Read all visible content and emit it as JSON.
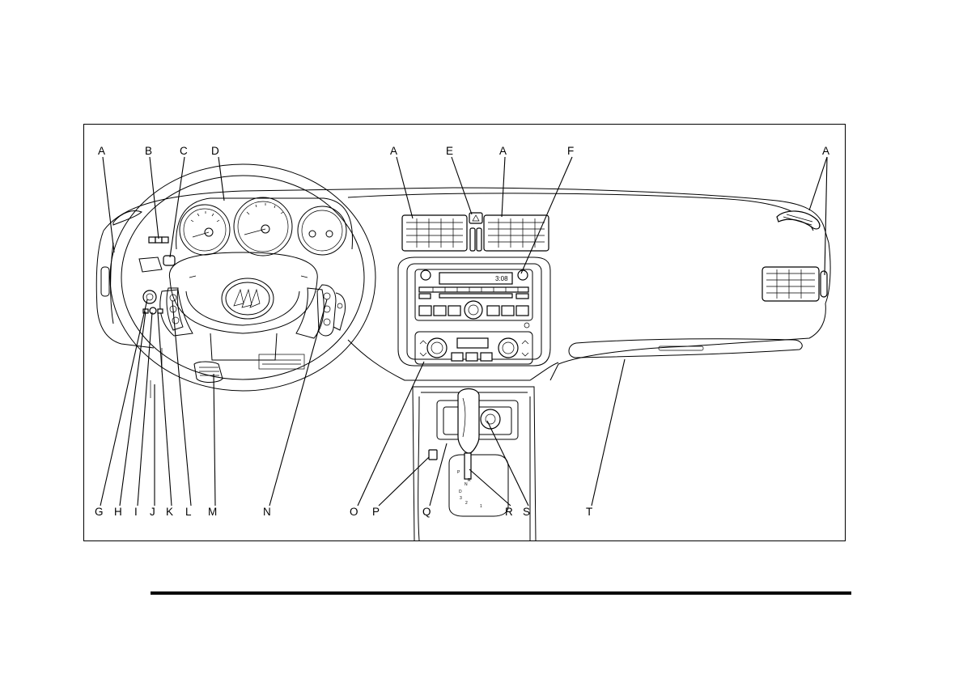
{
  "figure": {
    "callouts": [
      "A",
      "B",
      "C",
      "D",
      "A",
      "E",
      "A",
      "F",
      "A",
      "G",
      "H",
      "I",
      "J",
      "K",
      "L",
      "M",
      "N",
      "O",
      "P",
      "Q",
      "R",
      "S",
      "T"
    ],
    "display_time": "3:08",
    "gear_letters": [
      "P",
      "R",
      "N",
      "D",
      "3",
      "2",
      "1"
    ]
  }
}
